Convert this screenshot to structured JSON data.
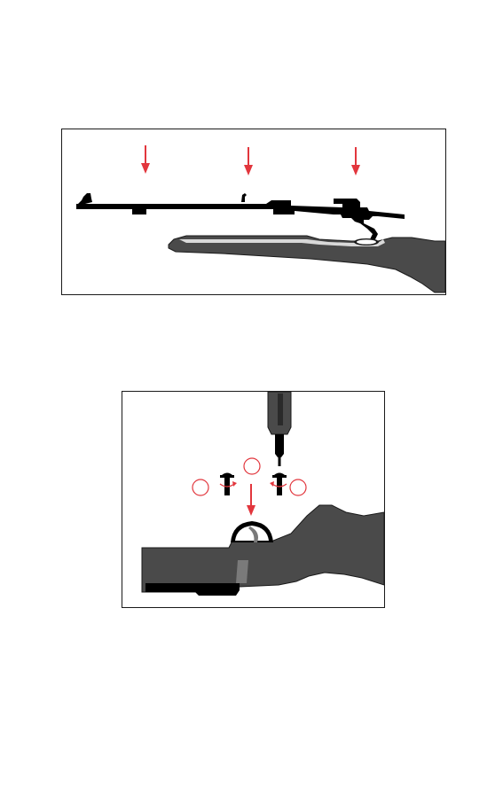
{
  "colors": {
    "page_background": "#ffffff",
    "frame": "#1a1a1a",
    "arrow": "#e2363d",
    "stock": "#4a4a4a",
    "stock_light": "#d9d9d9",
    "metal": "#000000",
    "bedding_shadow": "#7a7a7a"
  },
  "figures": [
    {
      "id": "barrel-action-install",
      "arrows": 3,
      "parts": [
        "barrel-and-action",
        "rifle-stock"
      ]
    },
    {
      "id": "trigger-guard-screws",
      "arrows": 1,
      "parts": [
        "screwdriver",
        "guard-screw-left",
        "guard-screw-right",
        "trigger-guard",
        "rifle-stock"
      ],
      "step_markers": [
        "",
        "",
        ""
      ]
    }
  ]
}
